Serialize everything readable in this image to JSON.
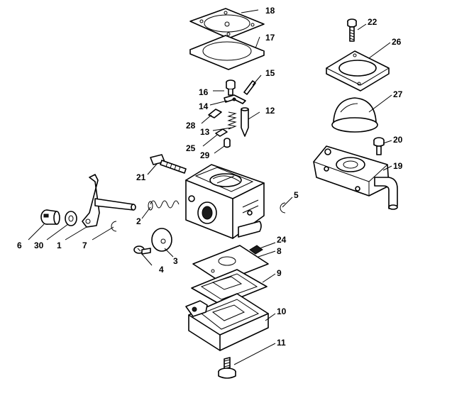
{
  "diagram": {
    "callouts": [
      "18",
      "17",
      "16",
      "15",
      "14",
      "13",
      "12",
      "28",
      "25",
      "29",
      "21",
      "2",
      "3",
      "4",
      "5",
      "6",
      "30",
      "1",
      "7",
      "24",
      "8",
      "9",
      "10",
      "11",
      "22",
      "26",
      "27",
      "20",
      "19"
    ]
  }
}
